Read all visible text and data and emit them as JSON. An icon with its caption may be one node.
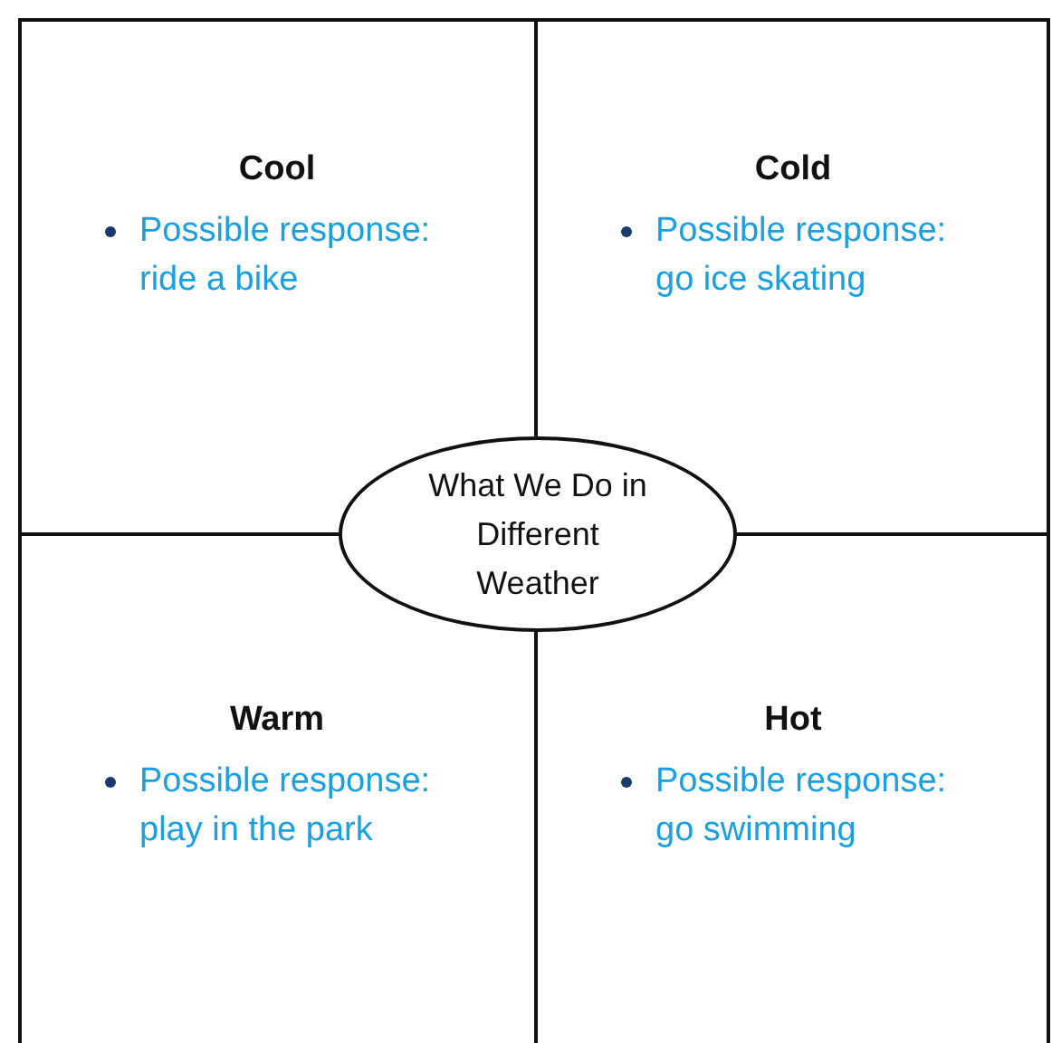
{
  "diagram": {
    "nodes": [
      {
        "text": [
          "Cool",
          "Possible response: ride a bike"
        ]
      },
      {
        "text": [
          "Cold",
          "Possible response: go ice skating"
        ]
      },
      {
        "text": [
          "What We Do in Different Weather"
        ]
      },
      {
        "text": [
          "Warm",
          "Possible response: play in the park"
        ]
      },
      {
        "text": [
          "Hot",
          "Possible response: go swimming"
        ]
      }
    ]
  }
}
